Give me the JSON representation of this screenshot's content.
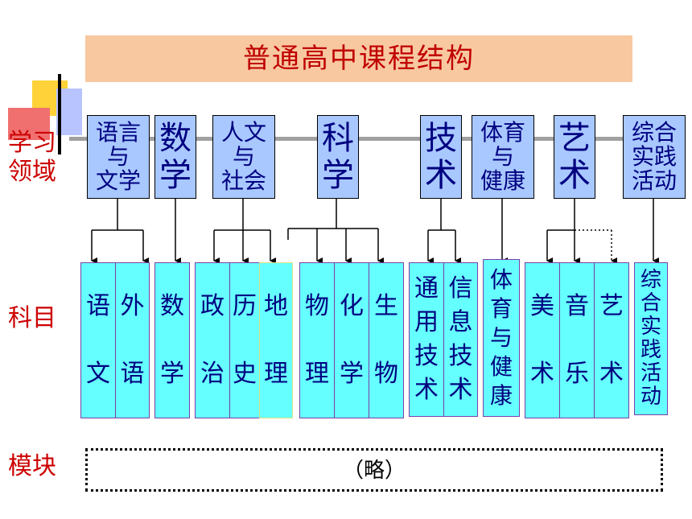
{
  "title": "普通高中课程结构",
  "row_labels": {
    "domain": "学习\n领域",
    "subject": "科目",
    "module": "模块"
  },
  "domains": [
    {
      "id": "lang",
      "label": "语言\n与\n文学"
    },
    {
      "id": "math",
      "label": "数\n学"
    },
    {
      "id": "human",
      "label": "人文\n与\n社会"
    },
    {
      "id": "sci",
      "label": "科\n学"
    },
    {
      "id": "tech",
      "label": "技\n术"
    },
    {
      "id": "pe",
      "label": "体育\n与\n健康"
    },
    {
      "id": "art",
      "label": "艺\n术"
    },
    {
      "id": "prac",
      "label": "综合\n实践\n活动"
    }
  ],
  "subjects": [
    {
      "label": "语\n\n文"
    },
    {
      "label": "外\n\n语"
    },
    {
      "label": "数\n\n学"
    },
    {
      "label": "政\n\n治"
    },
    {
      "label": "历\n\n史"
    },
    {
      "label": "地\n\n理"
    },
    {
      "label": "物\n\n理"
    },
    {
      "label": "化\n\n学"
    },
    {
      "label": "生\n\n物"
    },
    {
      "label": "通\n用\n技\n术"
    },
    {
      "label": "信\n息\n技\n术"
    },
    {
      "label": "体\n育\n与\n健\n康"
    },
    {
      "label": "美\n\n术"
    },
    {
      "label": "音\n\n乐"
    },
    {
      "label": "艺\n\n术"
    },
    {
      "label": "综\n合\n实\n践\n活\n动"
    }
  ],
  "module_text": "（略）",
  "colors": {
    "title_bg": "#f8c8a0",
    "title_text": "#c00000",
    "domain_bg": "#a8c8ff",
    "subject_bg": "#66ffff",
    "label_red": "#cc0000",
    "text_navy": "#000080"
  }
}
